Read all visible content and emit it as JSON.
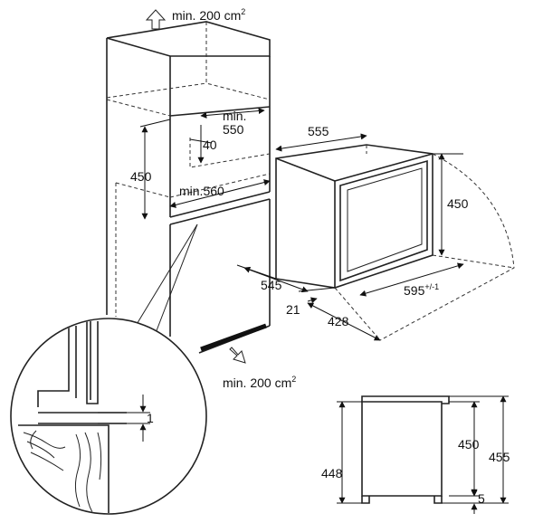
{
  "vent_top": {
    "text": "min. 200 cm",
    "sup": "2"
  },
  "vent_bottom": {
    "text": "min. 200 cm",
    "sup": "2"
  },
  "niche": {
    "depth_min": "min.",
    "depth_val": "550",
    "gap_40": "40",
    "height_450": "450",
    "width_min": "min.560"
  },
  "appliance": {
    "width_555": "555",
    "height_450": "450",
    "depth_545": "545",
    "front_21": "21",
    "door_428": "428",
    "open_595": "595",
    "open_595_sup": "+/-1"
  },
  "detail": {
    "gap_1": "1"
  },
  "side_view": {
    "h_448": "448",
    "h_450": "450",
    "h_455": "455",
    "gap_5": "5"
  }
}
